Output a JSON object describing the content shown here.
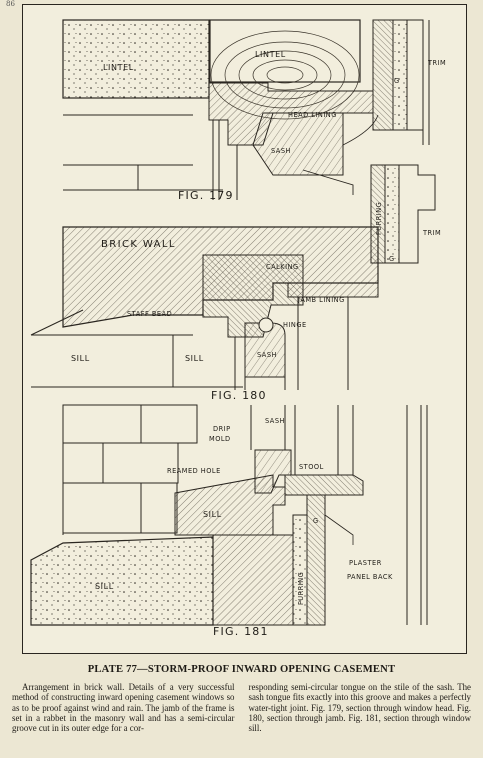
{
  "page_number": "86",
  "figures": {
    "fig179": {
      "title": "FIG. 179",
      "labels": {
        "lintel_left": "LINTEL",
        "lintel_right": "LINTEL",
        "trim": "TRIM",
        "head_lining": "HEAD LINING",
        "sash": "SASH",
        "g": "G"
      }
    },
    "fig180": {
      "title": "FIG. 180",
      "labels": {
        "brick_wall": "BRICK WALL",
        "furring": "FURRING",
        "trim": "TRIM",
        "calking": "CALKING",
        "jamb_lining": "JAMB LINING",
        "staff_bead": "STAFF BEAD",
        "hinge": "HINGE",
        "sash": "SASH",
        "sill_left": "SILL",
        "sill_right": "SILL",
        "g": "G"
      }
    },
    "fig181": {
      "title": "FIG. 181",
      "labels": {
        "sash": "SASH",
        "drip_mold": "DRIP\nMOLD",
        "reamed_hole": "REAMED HOLE",
        "stool": "STOOL",
        "sill_wood": "SILL",
        "sill_stone": "SILL",
        "furring": "FURRING",
        "plaster": "PLASTER",
        "panel_back": "PANEL BACK",
        "g": "G"
      }
    }
  },
  "caption": "PLATE 77—STORM-PROOF INWARD OPENING CASEMENT",
  "body_text": {
    "col1": "Arrangement in brick wall. Details of a very successful method of constructing inward opening casement windows so as to be proof against wind and rain. The jamb of the frame is set in a rabbet in the masonry wall and has a semi-circular groove cut in its outer edge for a cor-",
    "col2": "responding semi-circular tongue on the stile of the sash. The sash tongue fits exactly into this groove and makes a perfectly water-tight joint. Fig. 179, section through window head. Fig. 180, section through jamb. Fig. 181, section through window sill."
  }
}
